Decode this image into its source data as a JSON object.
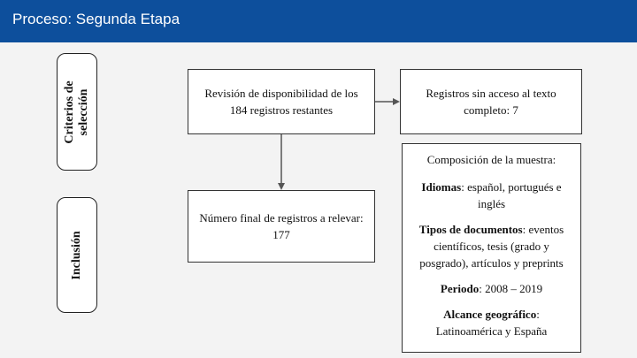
{
  "header": {
    "title": "Proceso: Segunda Etapa"
  },
  "side_labels": {
    "criterios": "Criterios de\nselección",
    "inclusion": "Inclusión"
  },
  "boxes": {
    "revision": "Revisión de disponibilidad de los 184 registros restantes",
    "sin_acceso": "Registros sin acceso al texto completo: 7",
    "numero_final": "Número final de registros a relevar: 177"
  },
  "composicion": {
    "title": "Composición de la muestra:",
    "items": [
      {
        "label": "Idiomas",
        "sep": ": ",
        "text": "español, portugués e inglés"
      },
      {
        "label": "Tipos de documentos",
        "sep": ": ",
        "text": "eventos científicos, tesis (grado y posgrado), artículos y preprints"
      },
      {
        "label": "Periodo",
        "sep": ": ",
        "text": "2008 – 2019"
      },
      {
        "label": "Alcance geográfico",
        "sep": ":",
        "text": "Latinoamérica y España"
      }
    ]
  },
  "colors": {
    "header": "#0d4f9c",
    "arrow": "#555555",
    "background": "#f3f3f3"
  }
}
